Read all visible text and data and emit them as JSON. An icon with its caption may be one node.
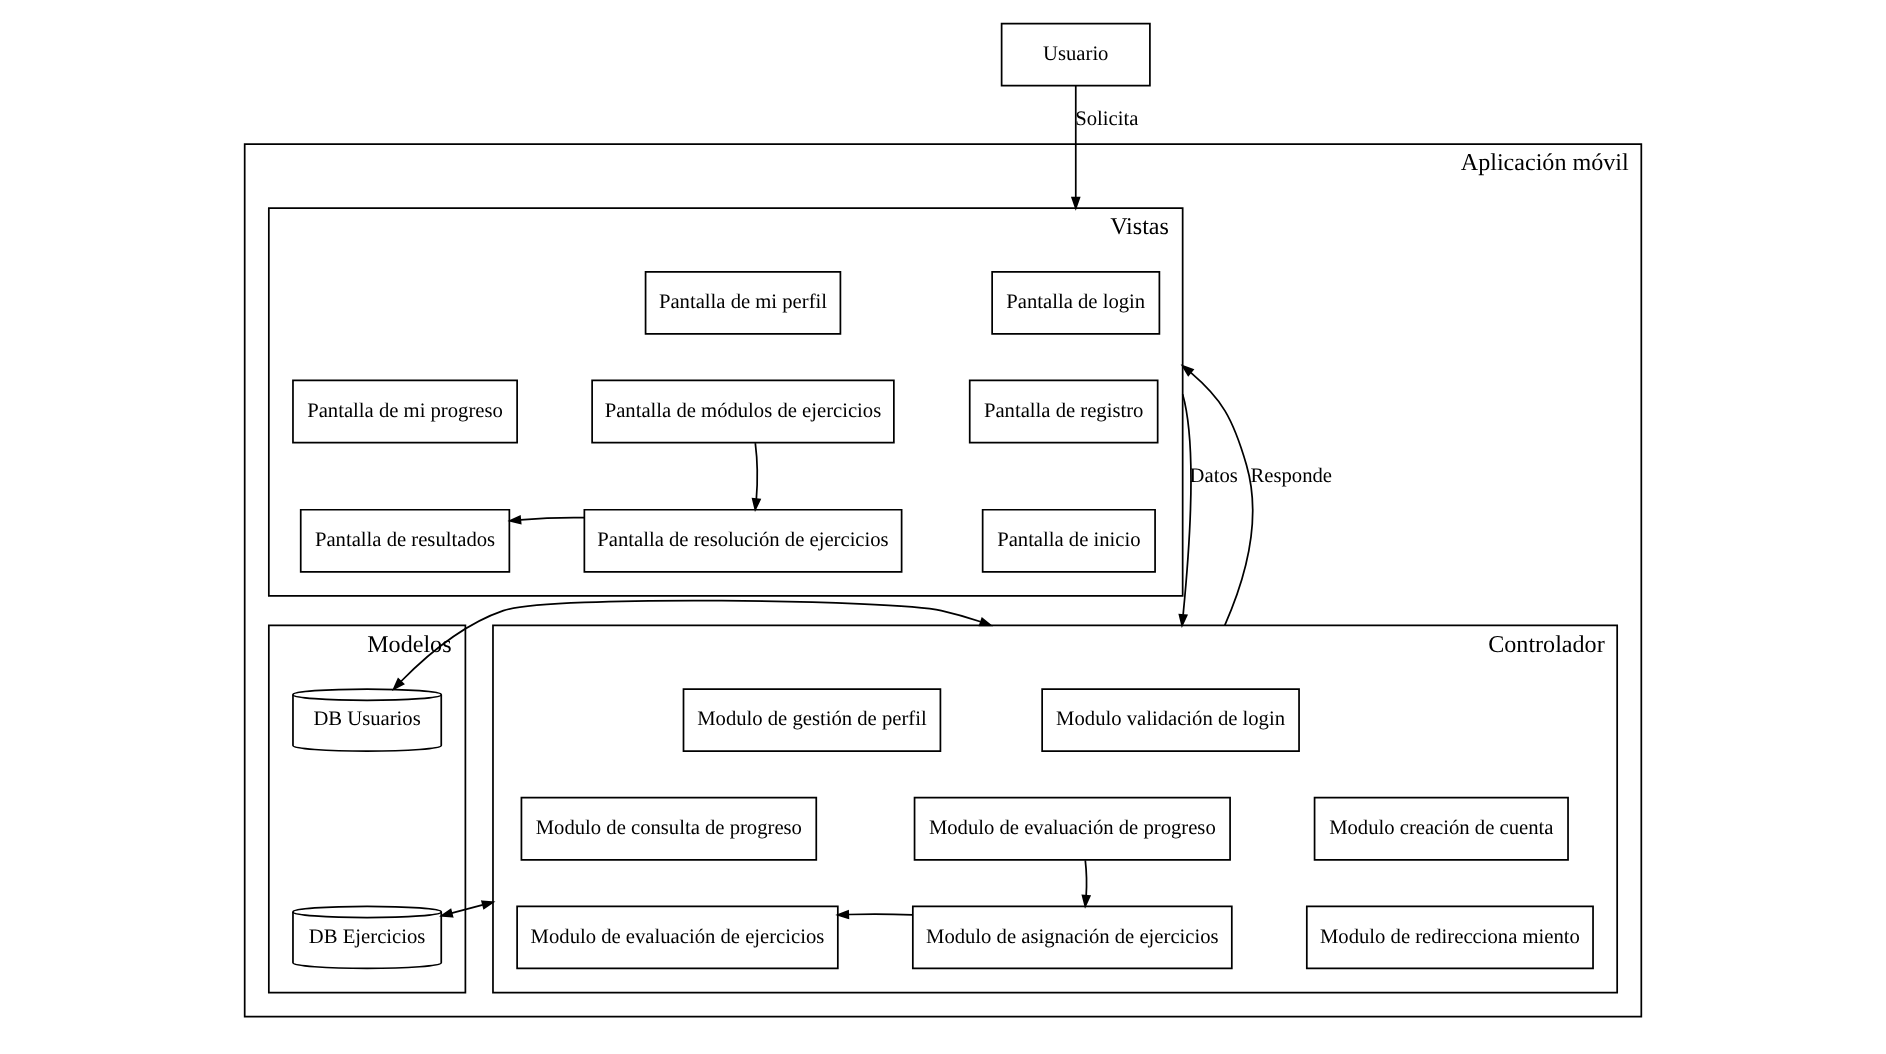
{
  "diagram": {
    "nodes": [
      {
        "text": [
          "Usuario"
        ]
      },
      {
        "text": [
          "Aplicación móvil"
        ]
      },
      {
        "text": [
          "Vistas"
        ],
        "in": 1
      },
      {
        "text": [
          "Pantalla de login"
        ],
        "in": 2
      },
      {
        "text": [
          "Pantalla de mi perfil"
        ],
        "in": 2
      },
      {
        "text": [
          "Pantalla de registro"
        ],
        "in": 2
      },
      {
        "text": [
          "Pantalla de módulos de ejercicios"
        ],
        "in": 2
      },
      {
        "text": [
          "Pantalla de mi progreso"
        ],
        "in": 2
      },
      {
        "text": [
          "Pantalla de inicio"
        ],
        "in": 2
      },
      {
        "text": [
          "Pantalla de resolución de ejercicios"
        ],
        "in": 2
      },
      {
        "text": [
          "Pantalla de resultados"
        ],
        "in": 2
      },
      {
        "text": [
          "Controlador"
        ],
        "in": 1
      },
      {
        "text": [
          "Modulo validación de login"
        ],
        "in": 11
      },
      {
        "text": [
          "Modulo de gestión de perfil"
        ],
        "in": 11
      },
      {
        "text": [
          "Modulo creación de cuenta"
        ],
        "in": 11
      },
      {
        "text": [
          "Modulo de evaluación de progreso"
        ],
        "in": 11
      },
      {
        "text": [
          "Modulo de consulta de progreso"
        ],
        "in": 11
      },
      {
        "text": [
          "Modulo de redirecciona miento"
        ],
        "in": 11
      },
      {
        "text": [
          "Modulo de asignación de ejercicios"
        ],
        "in": 11
      },
      {
        "text": [
          "Modulo de evaluación de ejercicios"
        ],
        "in": 11
      },
      {
        "text": [
          "Modelos"
        ],
        "in": 1
      },
      {
        "text": [
          "DB Usuarios"
        ],
        "in": 20
      },
      {
        "text": [
          "DB Ejercicios"
        ],
        "in": 20
      }
    ],
    "edges": [
      {
        "from": 0,
        "to": 2,
        "arrow": "to",
        "label": "Solicita"
      },
      {
        "from": 2,
        "to": 11,
        "arrow": "to",
        "label": "Datos"
      },
      {
        "from": 11,
        "to": 2,
        "arrow": "to",
        "label": "Responde"
      },
      {
        "from": 6,
        "to": 9,
        "arrow": "to"
      },
      {
        "from": 9,
        "to": 10,
        "arrow": "to"
      },
      {
        "from": 15,
        "to": 18,
        "arrow": "to"
      },
      {
        "from": 18,
        "to": 19,
        "arrow": "to"
      },
      {
        "from": 21,
        "to": 11,
        "arrow": "both"
      },
      {
        "from": 22,
        "to": 11,
        "arrow": "both"
      }
    ]
  }
}
